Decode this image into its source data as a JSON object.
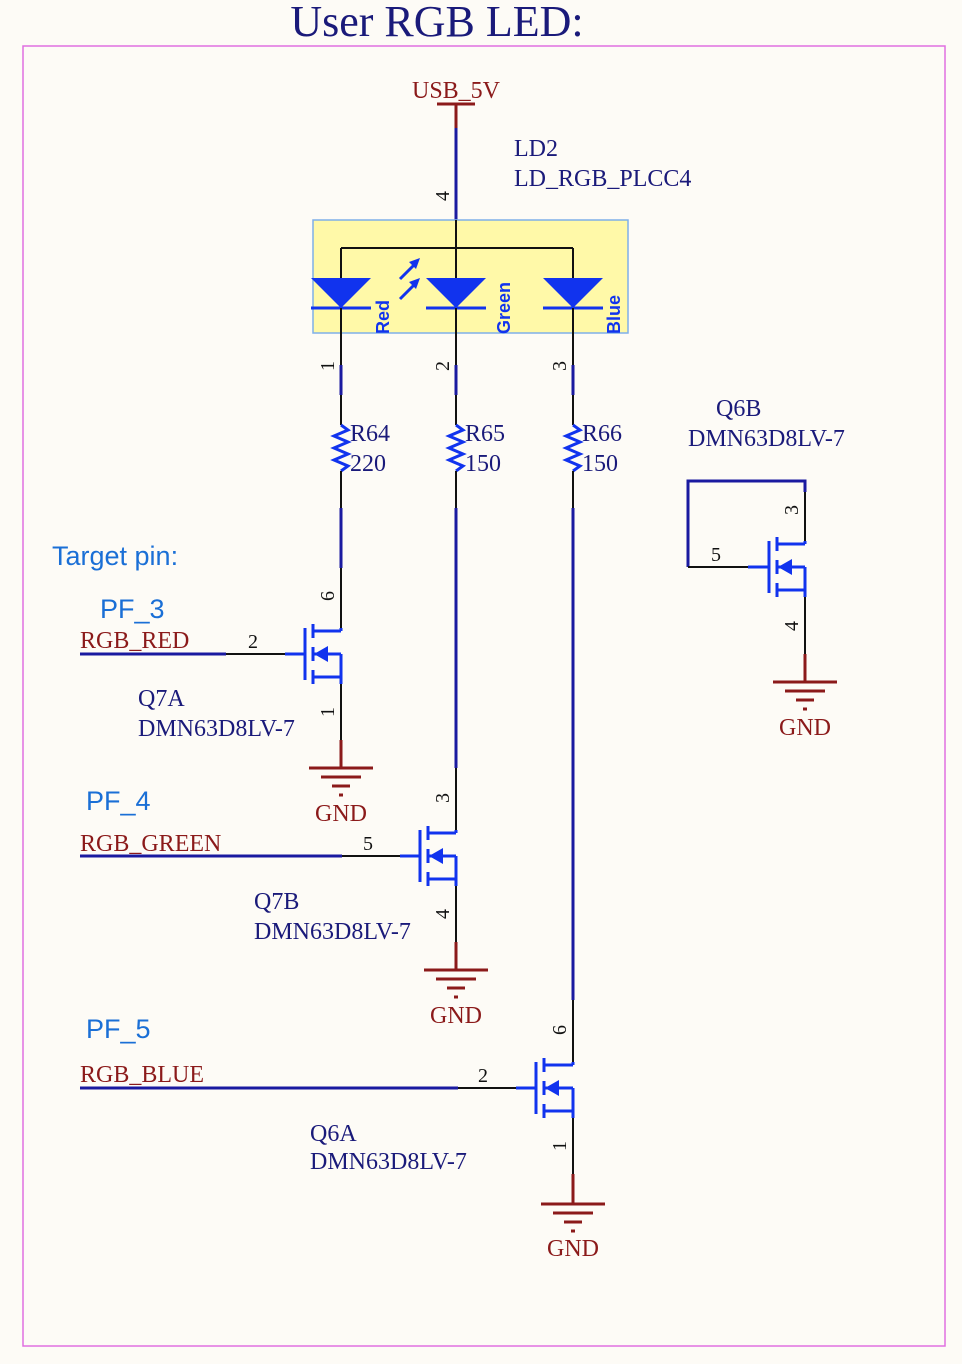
{
  "title": "User RGB LED:",
  "power": {
    "net": "USB_5V"
  },
  "led": {
    "designator": "LD2",
    "value": "LD_RGB_PLCC4",
    "channels": [
      "Red",
      "Green",
      "Blue"
    ],
    "pins": {
      "common": "4",
      "red": "1",
      "green": "2",
      "blue": "3"
    }
  },
  "resistors": [
    {
      "designator": "R64",
      "value": "220"
    },
    {
      "designator": "R65",
      "value": "150"
    },
    {
      "designator": "R66",
      "value": "150"
    }
  ],
  "target_pin_label": "Target pin:",
  "channels": [
    {
      "target": "PF_3",
      "net": "RGB_RED",
      "designator": "Q7A",
      "part": "DMN63D8LV-7",
      "pin_gate": "2",
      "pin_drain": "6",
      "pin_source": "1",
      "gnd": "GND"
    },
    {
      "target": "PF_4",
      "net": "RGB_GREEN",
      "designator": "Q7B",
      "part": "DMN63D8LV-7",
      "pin_gate": "5",
      "pin_drain": "3",
      "pin_source": "4",
      "gnd": "GND"
    },
    {
      "target": "PF_5",
      "net": "RGB_BLUE",
      "designator": "Q6A",
      "part": "DMN63D8LV-7",
      "pin_gate": "2",
      "pin_drain": "6",
      "pin_source": "1",
      "gnd": "GND"
    }
  ],
  "spare": {
    "designator": "Q6B",
    "part": "DMN63D8LV-7",
    "pin_gate": "5",
    "pin_drain": "3",
    "pin_source": "4",
    "gnd": "GND"
  },
  "colors": {
    "wire": "#1a1aa0",
    "net_label": "#8b1a1a",
    "component": "#1133ee",
    "led_fill": "#fff9a8",
    "border": "#e070e0",
    "note": "#1a6fd6"
  }
}
